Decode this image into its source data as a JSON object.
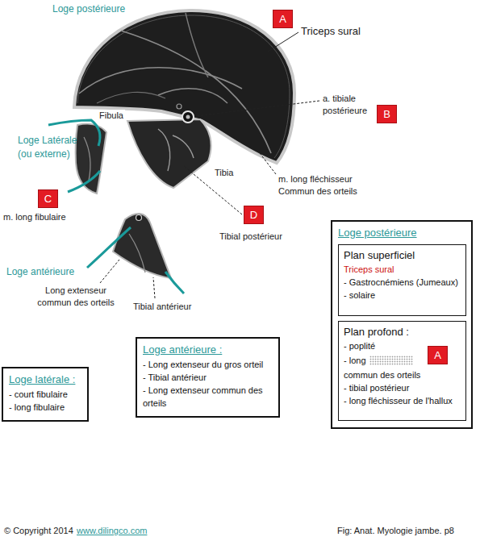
{
  "diagram": {
    "nodes": [
      {
        "text": [
          "A"
        ]
      },
      {
        "text": [
          "B"
        ]
      },
      {
        "text": [
          "C"
        ]
      },
      {
        "text": [
          "D"
        ]
      },
      {
        "text": [
          "Loge postérieure"
        ]
      },
      {
        "text": [
          "Plan superficiel",
          "Triceps sural",
          "- Gastrocnémiens (Jumeaux)",
          "- solaire"
        ],
        "in": 4
      },
      {
        "text": [
          "Plan profond :",
          "- poplité",
          "- long",
          "commun des orteils",
          "- tibial postérieur",
          "- long fléchisseur de l'hallux"
        ],
        "in": 4
      },
      {
        "text": [
          "A"
        ],
        "in": 6
      },
      {
        "text": [
          "Loge antérieure :",
          "- Long extenseur du gros orteil",
          "- Tibial antérieur",
          "- Long extenseur commun des orteils"
        ]
      },
      {
        "text": [
          "Loge latérale :",
          "- court fibulaire",
          "- long fibulaire"
        ]
      }
    ],
    "labels": [
      "Loge postérieure",
      "Triceps sural",
      "a. tibiale postérieure",
      "Fibula",
      "Tibia",
      "m. long fléchisseur Commun des orteils",
      "Loge Latérale (ou externe)",
      "m. long fibulaire",
      "Tibial postérieur",
      "Loge antérieure",
      "Long extenseur commun des orteils",
      "Tibial antérieur",
      "© Copyright 2014",
      "www.dilingco.com",
      "Fig: Anat. Myologie jambe. p8"
    ]
  }
}
